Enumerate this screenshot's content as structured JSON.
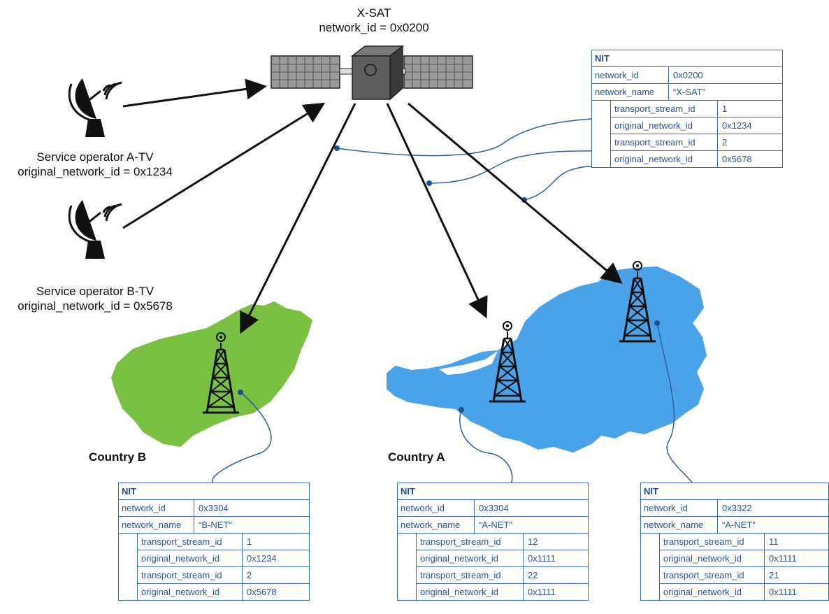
{
  "satellite": {
    "name": "X-SAT",
    "network_id_label": "network_id = 0x0200"
  },
  "operators": [
    {
      "name": "Service operator A-TV",
      "onid_label": "original_network_id = 0x1234"
    },
    {
      "name": "Service operator B-TV",
      "onid_label": "original_network_id = 0x5678"
    }
  ],
  "countries": {
    "b": "Country B",
    "a": "Country A"
  },
  "colors": {
    "country_b": "#7ac143",
    "country_a": "#4aa3e8",
    "nit_border": "#3d6aa8",
    "link_line": "#2f5e9e"
  },
  "nit_tables": {
    "sat": {
      "title": "NIT",
      "network_id": [
        "network_id",
        "0x0200"
      ],
      "network_name": [
        "network_name",
        "“X-SAT”"
      ],
      "streams": [
        [
          "transport_stream_id",
          "1"
        ],
        [
          "original_network_id",
          "0x1234"
        ],
        [
          "transport_stream_id",
          "2"
        ],
        [
          "original_network_id",
          "0x5678"
        ]
      ]
    },
    "b": {
      "title": "NIT",
      "network_id": [
        "network_id",
        "0x3304"
      ],
      "network_name": [
        "network_name",
        "“B-NET”"
      ],
      "streams": [
        [
          "transport_stream_id",
          "1"
        ],
        [
          "original_network_id",
          "0x1234"
        ],
        [
          "transport_stream_id",
          "2"
        ],
        [
          "original_network_id",
          "0x5678"
        ]
      ]
    },
    "a1": {
      "title": "NIT",
      "network_id": [
        "network_id",
        "0x3304"
      ],
      "network_name": [
        "network_name",
        "“A-NET”"
      ],
      "streams": [
        [
          "transport_stream_id",
          "12"
        ],
        [
          "original_network_id",
          "0x1111"
        ],
        [
          "transport_stream_id",
          "22"
        ],
        [
          "original_network_id",
          "0x1111"
        ]
      ]
    },
    "a2": {
      "title": "NIT",
      "network_id": [
        "network_id",
        "0x3322"
      ],
      "network_name": [
        "network_name",
        "“A-NET”"
      ],
      "streams": [
        [
          "transport_stream_id",
          "11"
        ],
        [
          "original_network_id",
          "0x1111"
        ],
        [
          "transport_stream_id",
          "21"
        ],
        [
          "original_network_id",
          "0x1111"
        ]
      ]
    }
  }
}
